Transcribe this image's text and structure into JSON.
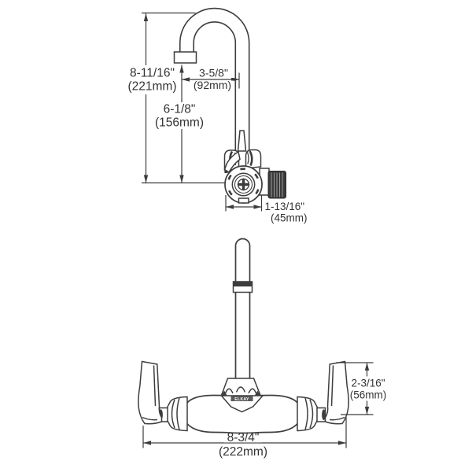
{
  "drawing": {
    "background": "#ffffff",
    "line_color": "#3d3d3d",
    "brand": "ELKAY",
    "side_view": {
      "overall_height_in": "8-11/16\"",
      "overall_height_mm": "(221mm)",
      "spout_reach_in": "3-5/8\"",
      "spout_reach_mm": "(92mm)",
      "outlet_height_in": "6-1/8\"",
      "outlet_height_mm": "(156mm)",
      "body_width_in": "1-13/16\"",
      "body_width_mm": "(45mm)"
    },
    "front_view": {
      "handle_height_in": "2-3/16\"",
      "handle_height_mm": "(56mm)",
      "overall_width_in": "8-3/4\"",
      "overall_width_mm": "(222mm)"
    }
  }
}
